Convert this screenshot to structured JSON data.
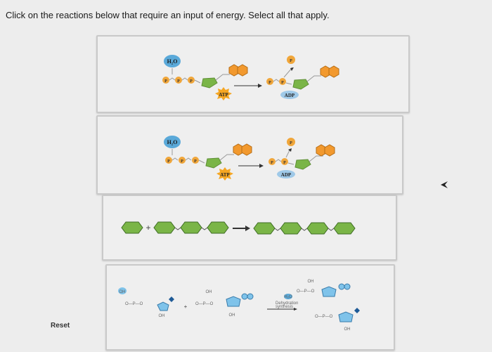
{
  "question": {
    "instructions": "Click on the reactions below that require an input of energy. Select all that apply."
  },
  "options": [
    {
      "id": "reaction-1",
      "water_label": "H₂O",
      "phosphate_label": "P",
      "atp_label": "ATP",
      "adp_label": "ADP"
    },
    {
      "id": "reaction-2",
      "water_label": "H₂O",
      "phosphate_label": "P",
      "atp_label": "ATP",
      "adp_label": "ADP"
    },
    {
      "id": "reaction-3",
      "plus_label": "+"
    },
    {
      "id": "reaction-4",
      "oh_label": "OH",
      "water_label": "H₂O",
      "arrow_label": "Dehydration synthesis",
      "plus_label": "+"
    }
  ],
  "controls": {
    "reset_label": "Reset"
  },
  "colors": {
    "phosphate_orange": "#f0a63a",
    "sugar_orange": "#f2992e",
    "glucose_green": "#7ab547",
    "water_blue": "#5aa9d9",
    "atp_burst": "#f5a623",
    "adp_oval": "#9fc9e8",
    "nucleotide_blue": "#7fc3ea",
    "base_dark_blue": "#1e5a96"
  },
  "icons": [
    "atp-burst-icon",
    "arrow-icon",
    "mouse-pointer-icon"
  ]
}
